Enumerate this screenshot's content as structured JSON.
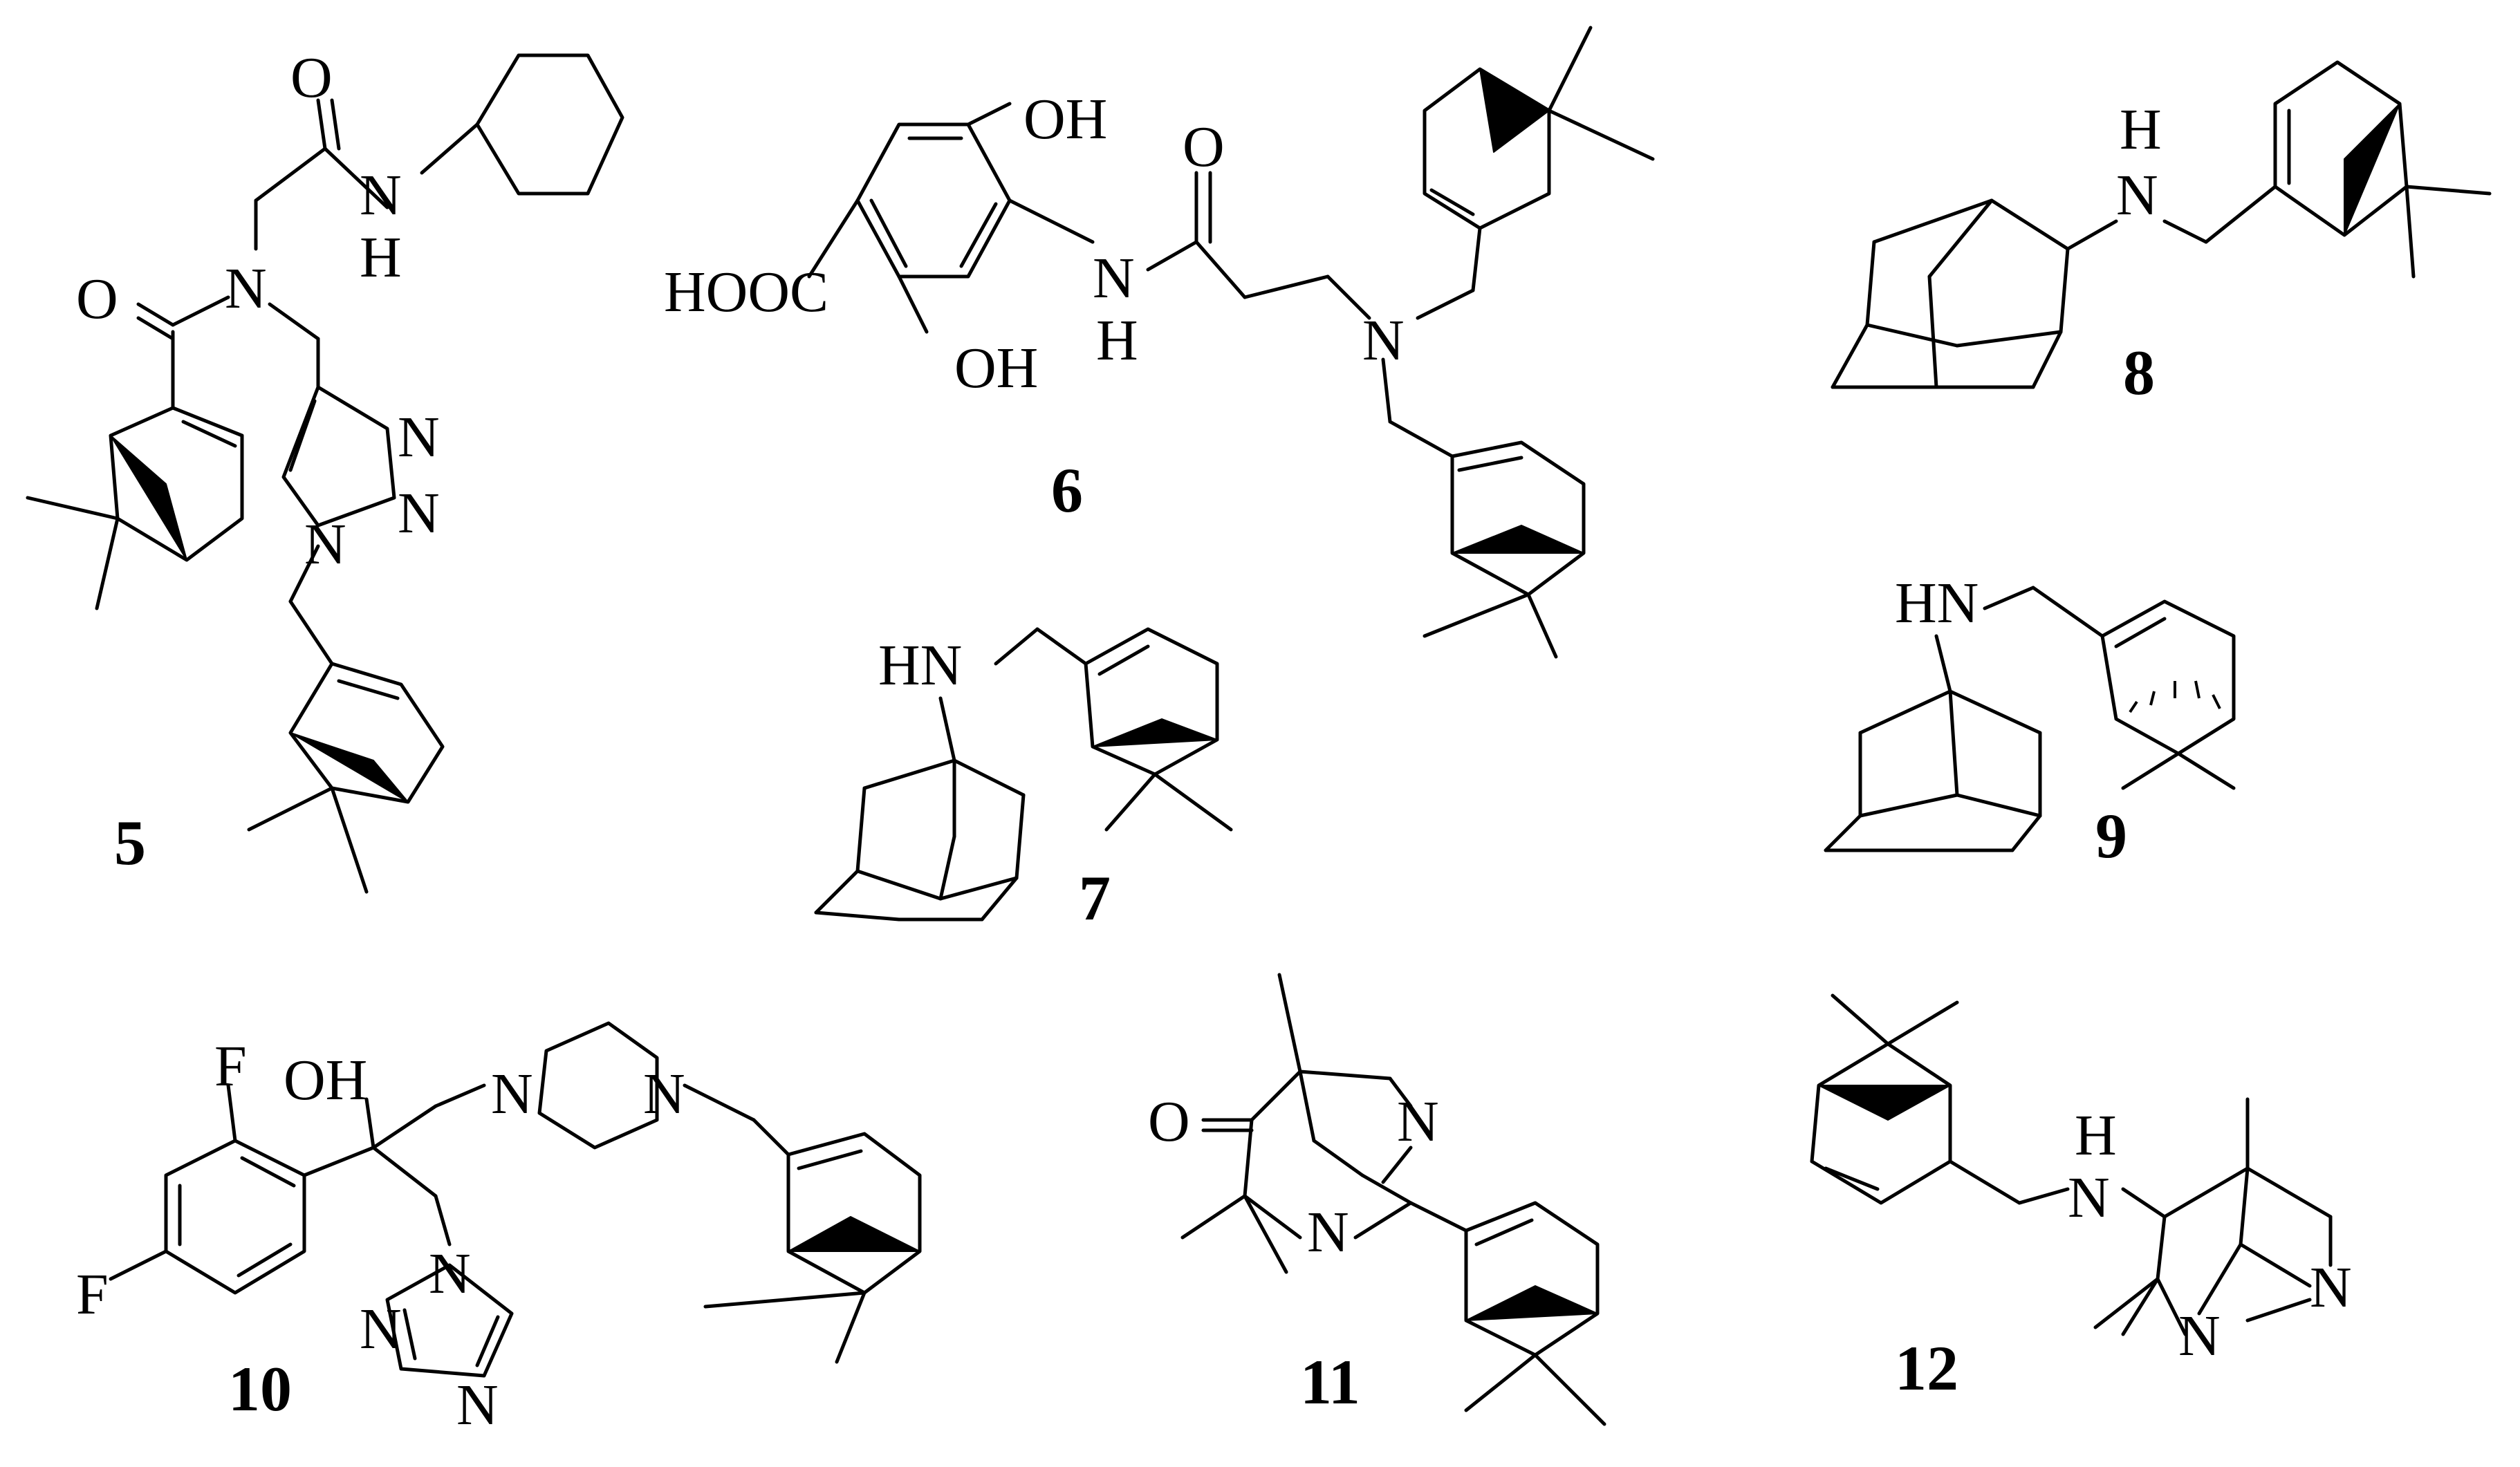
{
  "compounds": [
    {
      "id": "5",
      "atoms": {
        "o_ketone": "O",
        "n_amide_top": "N",
        "h_amide_top": "H",
        "o_amide_top": "O",
        "n_center": "N",
        "n_triazole_1": "N",
        "n_triazole_2": "N",
        "n_triazole_3": "N"
      }
    },
    {
      "id": "6",
      "atoms": {
        "oh_top": "OH",
        "oh_bottom": "OH",
        "cooh": "HOOC",
        "nh_n": "N",
        "nh_h": "H",
        "o_amide": "O",
        "n_amine": "N"
      }
    },
    {
      "id": "7",
      "atoms": {
        "hn": "HN"
      }
    },
    {
      "id": "8",
      "atoms": {
        "nh_h": "H",
        "nh_n": "N"
      }
    },
    {
      "id": "9",
      "atoms": {
        "hn": "HN"
      }
    },
    {
      "id": "10",
      "atoms": {
        "f_top": "F",
        "f_left": "F",
        "oh": "OH",
        "n_pip_1": "N",
        "n_pip_2": "N",
        "n_tri_1": "N",
        "n_tri_2": "N",
        "n_tri_3": "N"
      }
    },
    {
      "id": "11",
      "atoms": {
        "o": "O",
        "n_1": "N",
        "n_2": "N"
      }
    },
    {
      "id": "12",
      "atoms": {
        "nh_h": "H",
        "nh_n": "N",
        "n_1": "N",
        "n_2": "N"
      }
    }
  ]
}
